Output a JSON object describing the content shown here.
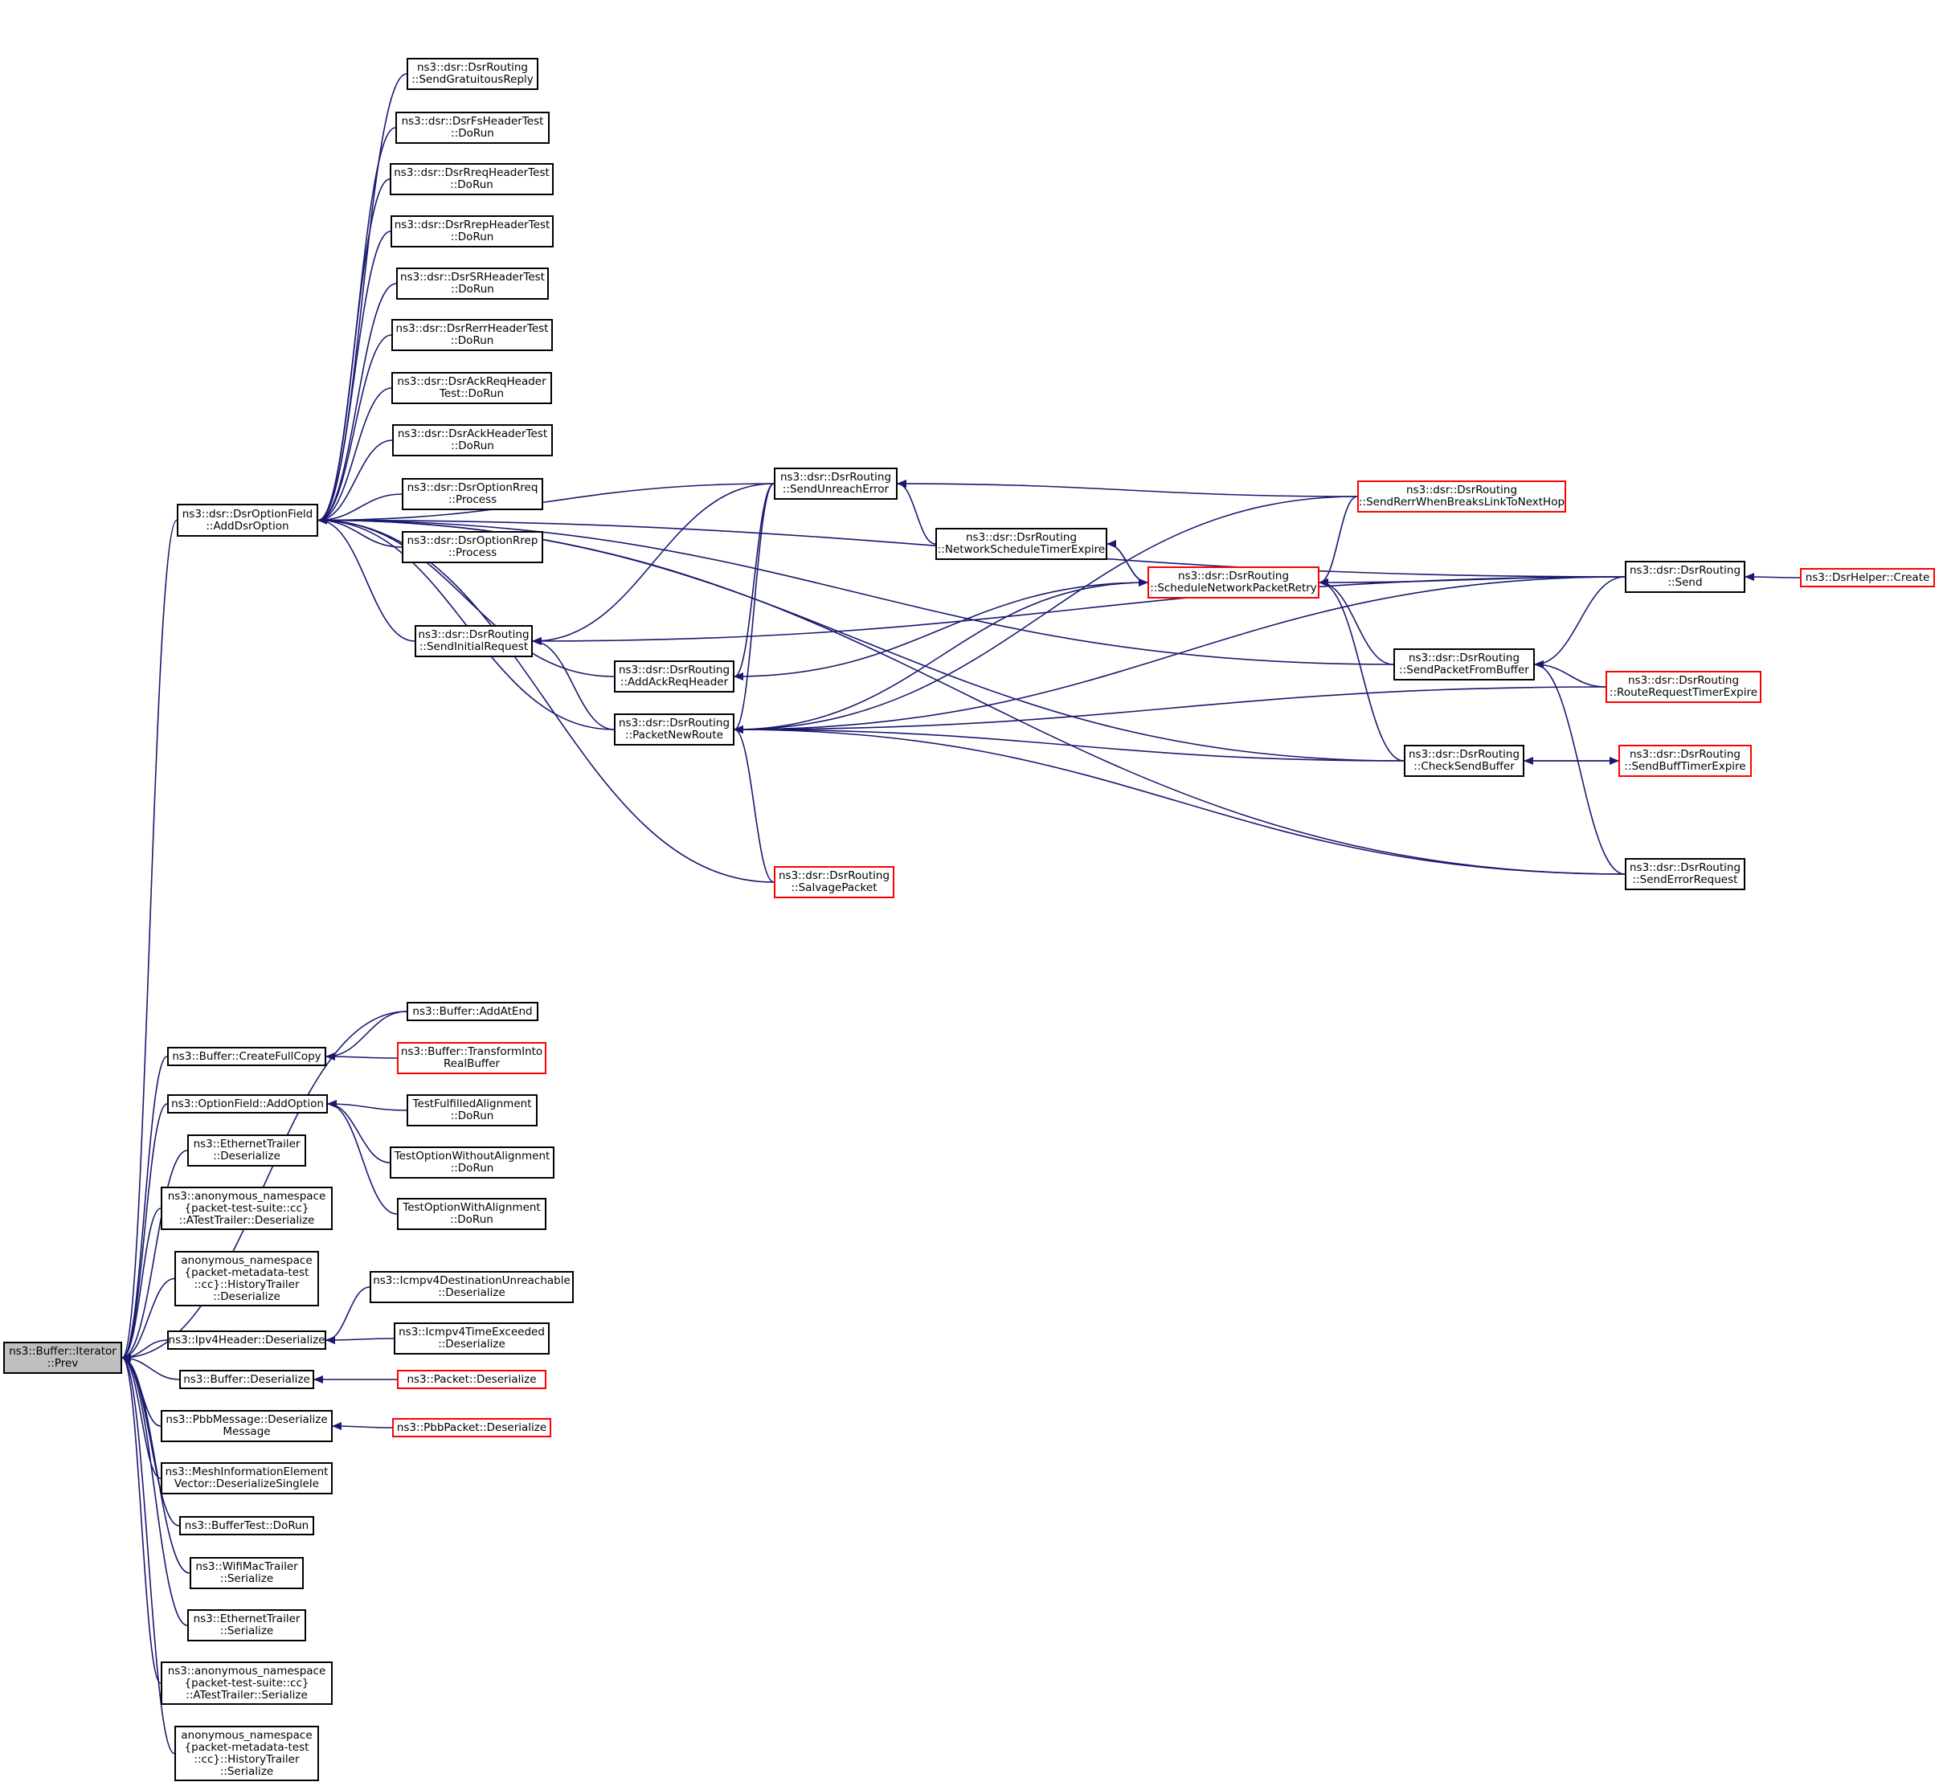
{
  "colors": {
    "edge": "#191970",
    "node_border": "#000000",
    "truncated_border": "#ff0000",
    "root_fill": "#bfbfbf",
    "background": "#ffffff"
  },
  "nodes": [
    {
      "id": "root",
      "label": "ns3::Buffer::Iterator\n::Prev",
      "style": "root"
    },
    {
      "id": "addDsrOpt",
      "label": "ns3::dsr::DsrOptionField\n::AddDsrOption"
    },
    {
      "id": "gratReply",
      "label": "ns3::dsr::DsrRouting\n::SendGratuitousReply"
    },
    {
      "id": "fsTest",
      "label": "ns3::dsr::DsrFsHeaderTest\n::DoRun"
    },
    {
      "id": "rreqTest",
      "label": "ns3::dsr::DsrRreqHeaderTest\n::DoRun"
    },
    {
      "id": "rrepTest",
      "label": "ns3::dsr::DsrRrepHeaderTest\n::DoRun"
    },
    {
      "id": "srTest",
      "label": "ns3::dsr::DsrSRHeaderTest\n::DoRun"
    },
    {
      "id": "rerrTest",
      "label": "ns3::dsr::DsrRerrHeaderTest\n::DoRun"
    },
    {
      "id": "ackReqTest",
      "label": "ns3::dsr::DsrAckReqHeader\nTest::DoRun"
    },
    {
      "id": "ackTest",
      "label": "ns3::dsr::DsrAckHeaderTest\n::DoRun"
    },
    {
      "id": "optRreq",
      "label": "ns3::dsr::DsrOptionRreq\n::Process"
    },
    {
      "id": "optRrep",
      "label": "ns3::dsr::DsrOptionRrep\n::Process"
    },
    {
      "id": "initReq",
      "label": "ns3::dsr::DsrRouting\n::SendInitialRequest"
    },
    {
      "id": "sendUnreach",
      "label": "ns3::dsr::DsrRouting\n::SendUnreachError"
    },
    {
      "id": "addAckReq",
      "label": "ns3::dsr::DsrRouting\n::AddAckReqHeader"
    },
    {
      "id": "pktNewRoute",
      "label": "ns3::dsr::DsrRouting\n::PacketNewRoute"
    },
    {
      "id": "salvage",
      "label": "ns3::dsr::DsrRouting\n::SalvagePacket",
      "style": "red"
    },
    {
      "id": "netSched",
      "label": "ns3::dsr::DsrRouting\n::NetworkScheduleTimerExpire"
    },
    {
      "id": "schedRetry",
      "label": "ns3::dsr::DsrRouting\n::ScheduleNetworkPacketRetry",
      "style": "red"
    },
    {
      "id": "rerrBreaks",
      "label": "ns3::dsr::DsrRouting\n::SendRerrWhenBreaksLinkToNextHop",
      "style": "red"
    },
    {
      "id": "sendPktBuf",
      "label": "ns3::dsr::DsrRouting\n::SendPacketFromBuffer"
    },
    {
      "id": "checkBuf",
      "label": "ns3::dsr::DsrRouting\n::CheckSendBuffer"
    },
    {
      "id": "send",
      "label": "ns3::dsr::DsrRouting\n::Send"
    },
    {
      "id": "helperCreate",
      "label": "ns3::DsrHelper::Create",
      "style": "red"
    },
    {
      "id": "rreqTimer",
      "label": "ns3::dsr::DsrRouting\n::RouteRequestTimerExpire",
      "style": "red"
    },
    {
      "id": "buffTimer",
      "label": "ns3::dsr::DsrRouting\n::SendBuffTimerExpire",
      "style": "red"
    },
    {
      "id": "sendErrReq",
      "label": "ns3::dsr::DsrRouting\n::SendErrorRequest"
    },
    {
      "id": "addAtEnd",
      "label": "ns3::Buffer::AddAtEnd"
    },
    {
      "id": "fullCopy",
      "label": "ns3::Buffer::CreateFullCopy"
    },
    {
      "id": "transform",
      "label": "ns3::Buffer::TransformInto\nRealBuffer",
      "style": "red"
    },
    {
      "id": "addOption",
      "label": "ns3::OptionField::AddOption"
    },
    {
      "id": "tfAlign",
      "label": "TestFulfilledAlignment\n::DoRun"
    },
    {
      "id": "toWithout",
      "label": "TestOptionWithoutAlignment\n::DoRun"
    },
    {
      "id": "toWith",
      "label": "TestOptionWithAlignment\n::DoRun"
    },
    {
      "id": "ethDeser",
      "label": "ns3::EthernetTrailer\n::Deserialize"
    },
    {
      "id": "anonDeser",
      "label": "ns3::anonymous_namespace\n{packet-test-suite::cc}\n::ATestTrailer::Deserialize"
    },
    {
      "id": "histDeser",
      "label": "anonymous_namespace\n{packet-metadata-test\n::cc}::HistoryTrailer\n::Deserialize"
    },
    {
      "id": "icmpUnreach",
      "label": "ns3::Icmpv4DestinationUnreachable\n::Deserialize"
    },
    {
      "id": "ipv4Deser",
      "label": "ns3::Ipv4Header::Deserialize"
    },
    {
      "id": "icmpTime",
      "label": "ns3::Icmpv4TimeExceeded\n::Deserialize"
    },
    {
      "id": "bufDeser",
      "label": "ns3::Buffer::Deserialize"
    },
    {
      "id": "pktDeser",
      "label": "ns3::Packet::Deserialize",
      "style": "red"
    },
    {
      "id": "pbbMsg",
      "label": "ns3::PbbMessage::Deserialize\nMessage"
    },
    {
      "id": "pbbPkt",
      "label": "ns3::PbbPacket::Deserialize",
      "style": "red"
    },
    {
      "id": "meshVec",
      "label": "ns3::MeshInformationElement\nVector::DeserializeSingleIe"
    },
    {
      "id": "bufTest",
      "label": "ns3::BufferTest::DoRun"
    },
    {
      "id": "wifiSer",
      "label": "ns3::WifiMacTrailer\n::Serialize"
    },
    {
      "id": "ethSer",
      "label": "ns3::EthernetTrailer\n::Serialize"
    },
    {
      "id": "anonSer",
      "label": "ns3::anonymous_namespace\n{packet-test-suite::cc}\n::ATestTrailer::Serialize"
    },
    {
      "id": "histSer",
      "label": "anonymous_namespace\n{packet-metadata-test\n::cc}::HistoryTrailer\n::Serialize"
    }
  ],
  "edges": [
    [
      "root",
      "addDsrOpt"
    ],
    [
      "root",
      "addAtEnd"
    ],
    [
      "root",
      "fullCopy"
    ],
    [
      "root",
      "addOption"
    ],
    [
      "root",
      "ethDeser"
    ],
    [
      "root",
      "anonDeser"
    ],
    [
      "root",
      "histDeser"
    ],
    [
      "root",
      "ipv4Deser"
    ],
    [
      "root",
      "bufDeser"
    ],
    [
      "root",
      "pbbMsg"
    ],
    [
      "root",
      "meshVec"
    ],
    [
      "root",
      "bufTest"
    ],
    [
      "root",
      "wifiSer"
    ],
    [
      "root",
      "ethSer"
    ],
    [
      "root",
      "anonSer"
    ],
    [
      "root",
      "histSer"
    ],
    [
      "addDsrOpt",
      "gratReply"
    ],
    [
      "addDsrOpt",
      "fsTest"
    ],
    [
      "addDsrOpt",
      "rreqTest"
    ],
    [
      "addDsrOpt",
      "rrepTest"
    ],
    [
      "addDsrOpt",
      "srTest"
    ],
    [
      "addDsrOpt",
      "rerrTest"
    ],
    [
      "addDsrOpt",
      "ackReqTest"
    ],
    [
      "addDsrOpt",
      "ackTest"
    ],
    [
      "addDsrOpt",
      "optRreq"
    ],
    [
      "addDsrOpt",
      "optRrep"
    ],
    [
      "addDsrOpt",
      "initReq"
    ],
    [
      "addDsrOpt",
      "sendUnreach"
    ],
    [
      "addDsrOpt",
      "addAckReq"
    ],
    [
      "addDsrOpt",
      "pktNewRoute"
    ],
    [
      "addDsrOpt",
      "salvage"
    ],
    [
      "addDsrOpt",
      "send"
    ],
    [
      "addDsrOpt",
      "sendPktBuf"
    ],
    [
      "addDsrOpt",
      "checkBuf"
    ],
    [
      "addDsrOpt",
      "sendErrReq"
    ],
    [
      "initReq",
      "sendUnreach"
    ],
    [
      "initReq",
      "pktNewRoute"
    ],
    [
      "initReq",
      "send"
    ],
    [
      "sendUnreach",
      "rerrBreaks"
    ],
    [
      "sendUnreach",
      "netSched"
    ],
    [
      "addAckReq",
      "sendUnreach"
    ],
    [
      "pktNewRoute",
      "sendUnreach"
    ],
    [
      "pktNewRoute",
      "rerrBreaks"
    ],
    [
      "pktNewRoute",
      "schedRetry"
    ],
    [
      "pktNewRoute",
      "send"
    ],
    [
      "pktNewRoute",
      "rreqTimer"
    ],
    [
      "pktNewRoute",
      "checkBuf"
    ],
    [
      "pktNewRoute",
      "sendErrReq"
    ],
    [
      "pktNewRoute",
      "salvage"
    ],
    [
      "netSched",
      "schedRetry"
    ],
    [
      "schedRetry",
      "netSched"
    ],
    [
      "schedRetry",
      "addAckReq"
    ],
    [
      "schedRetry",
      "rerrBreaks"
    ],
    [
      "schedRetry",
      "send"
    ],
    [
      "schedRetry",
      "sendPktBuf"
    ],
    [
      "schedRetry",
      "checkBuf"
    ],
    [
      "sendPktBuf",
      "send"
    ],
    [
      "sendPktBuf",
      "rreqTimer"
    ],
    [
      "sendPktBuf",
      "sendErrReq"
    ],
    [
      "checkBuf",
      "buffTimer"
    ],
    [
      "buffTimer",
      "checkBuf"
    ],
    [
      "send",
      "helperCreate"
    ],
    [
      "fullCopy",
      "addAtEnd"
    ],
    [
      "fullCopy",
      "transform"
    ],
    [
      "addOption",
      "tfAlign"
    ],
    [
      "addOption",
      "toWithout"
    ],
    [
      "addOption",
      "toWith"
    ],
    [
      "ipv4Deser",
      "icmpUnreach"
    ],
    [
      "ipv4Deser",
      "icmpTime"
    ],
    [
      "bufDeser",
      "pktDeser"
    ],
    [
      "pbbMsg",
      "pbbPkt"
    ]
  ]
}
